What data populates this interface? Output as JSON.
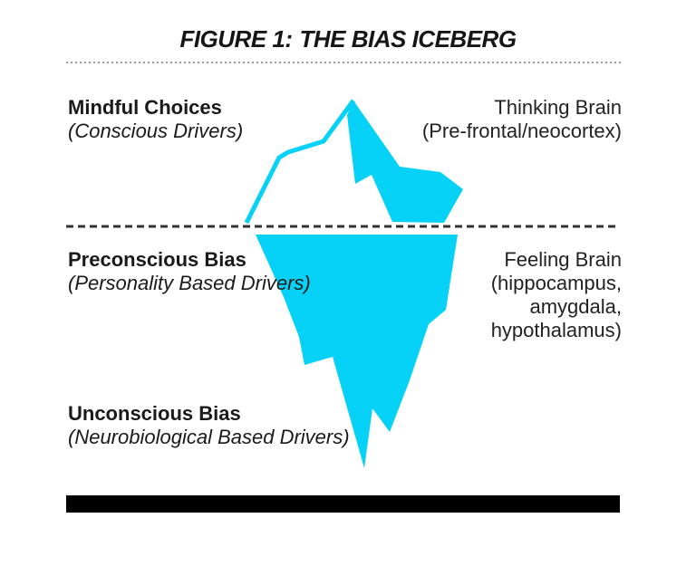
{
  "title": {
    "label": "FIGURE 1:",
    "text": "THE BIAS ICEBERG"
  },
  "left_labels": [
    {
      "heading": "Mindful Choices",
      "subheading": "(Conscious Drivers)"
    },
    {
      "heading": "Preconscious Bias",
      "subheading": "(Personality Based Drivers)"
    },
    {
      "heading": "Unconscious Bias",
      "subheading": "(Neurobiological Based Drivers)"
    }
  ],
  "right_labels": [
    {
      "lines": [
        "Thinking Brain",
        "(Pre-frontal/neocortex)"
      ]
    },
    {
      "lines": [
        "Feeling Brain",
        "(hippocampus,",
        "amygdala,",
        "hypothalamus)"
      ]
    }
  ],
  "colors": {
    "iceberg": "#06D1F7",
    "waterline": "#333333",
    "dotted_rule": "#999999",
    "bottom_bar": "#000000"
  }
}
